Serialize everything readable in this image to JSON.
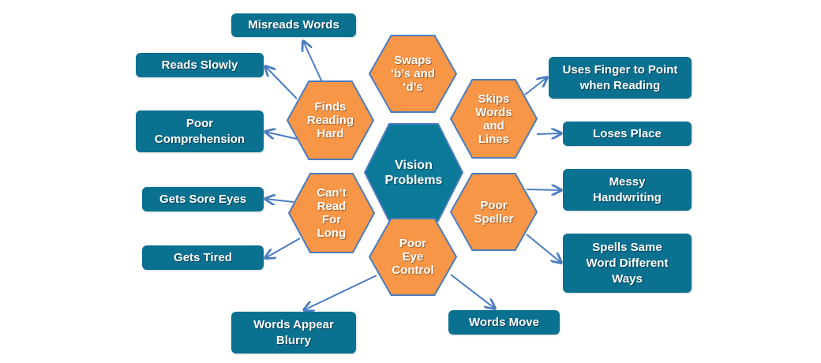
{
  "colors": {
    "hub_fill": "#0b7a99",
    "category_fill": "#f79646",
    "hex_border": "#4a7cc0",
    "box_fill": "#0b7191",
    "arrow": "#4a7cc0",
    "text": "#ffffff"
  },
  "hub": {
    "label": "Vision\nProblems"
  },
  "categories": [
    {
      "id": "finds-reading-hard",
      "label": "Finds\nReading\nHard",
      "symptoms": [
        "Misreads Words",
        "Reads Slowly",
        "Poor Comprehension"
      ]
    },
    {
      "id": "swaps-bs-and-ds",
      "label": "Swaps\n‘b’s and\n‘d’s",
      "symptoms": []
    },
    {
      "id": "skips-words-and-lines",
      "label": "Skips\nWords\nand\nLines",
      "symptoms": [
        "Uses Finger to Point when Reading",
        "Loses Place"
      ]
    },
    {
      "id": "poor-speller",
      "label": "Poor\nSpeller",
      "symptoms": [
        "Messy Handwriting",
        "Spells Same Word Different Ways"
      ]
    },
    {
      "id": "poor-eye-control",
      "label": "Poor\nEye\nControl",
      "symptoms": [
        "Words Appear Blurry",
        "Words Move"
      ]
    },
    {
      "id": "cant-read-for-long",
      "label": "Can’t\nRead\nFor\nLong",
      "symptoms": [
        "Gets Sore Eyes",
        "Gets Tired"
      ]
    }
  ],
  "symptom_boxes": {
    "misreads_words": "Misreads Words",
    "reads_slowly": "Reads Slowly",
    "poor_comprehension": "Poor Comprehension",
    "uses_finger": "Uses Finger to Point when Reading",
    "loses_place": "Loses Place",
    "messy_handwriting": "Messy Handwriting",
    "spells_same_word": "Spells Same Word Different Ways",
    "words_appear_blurry": "Words Appear Blurry",
    "words_move": "Words Move",
    "gets_sore_eyes": "Gets Sore Eyes",
    "gets_tired": "Gets Tired"
  }
}
